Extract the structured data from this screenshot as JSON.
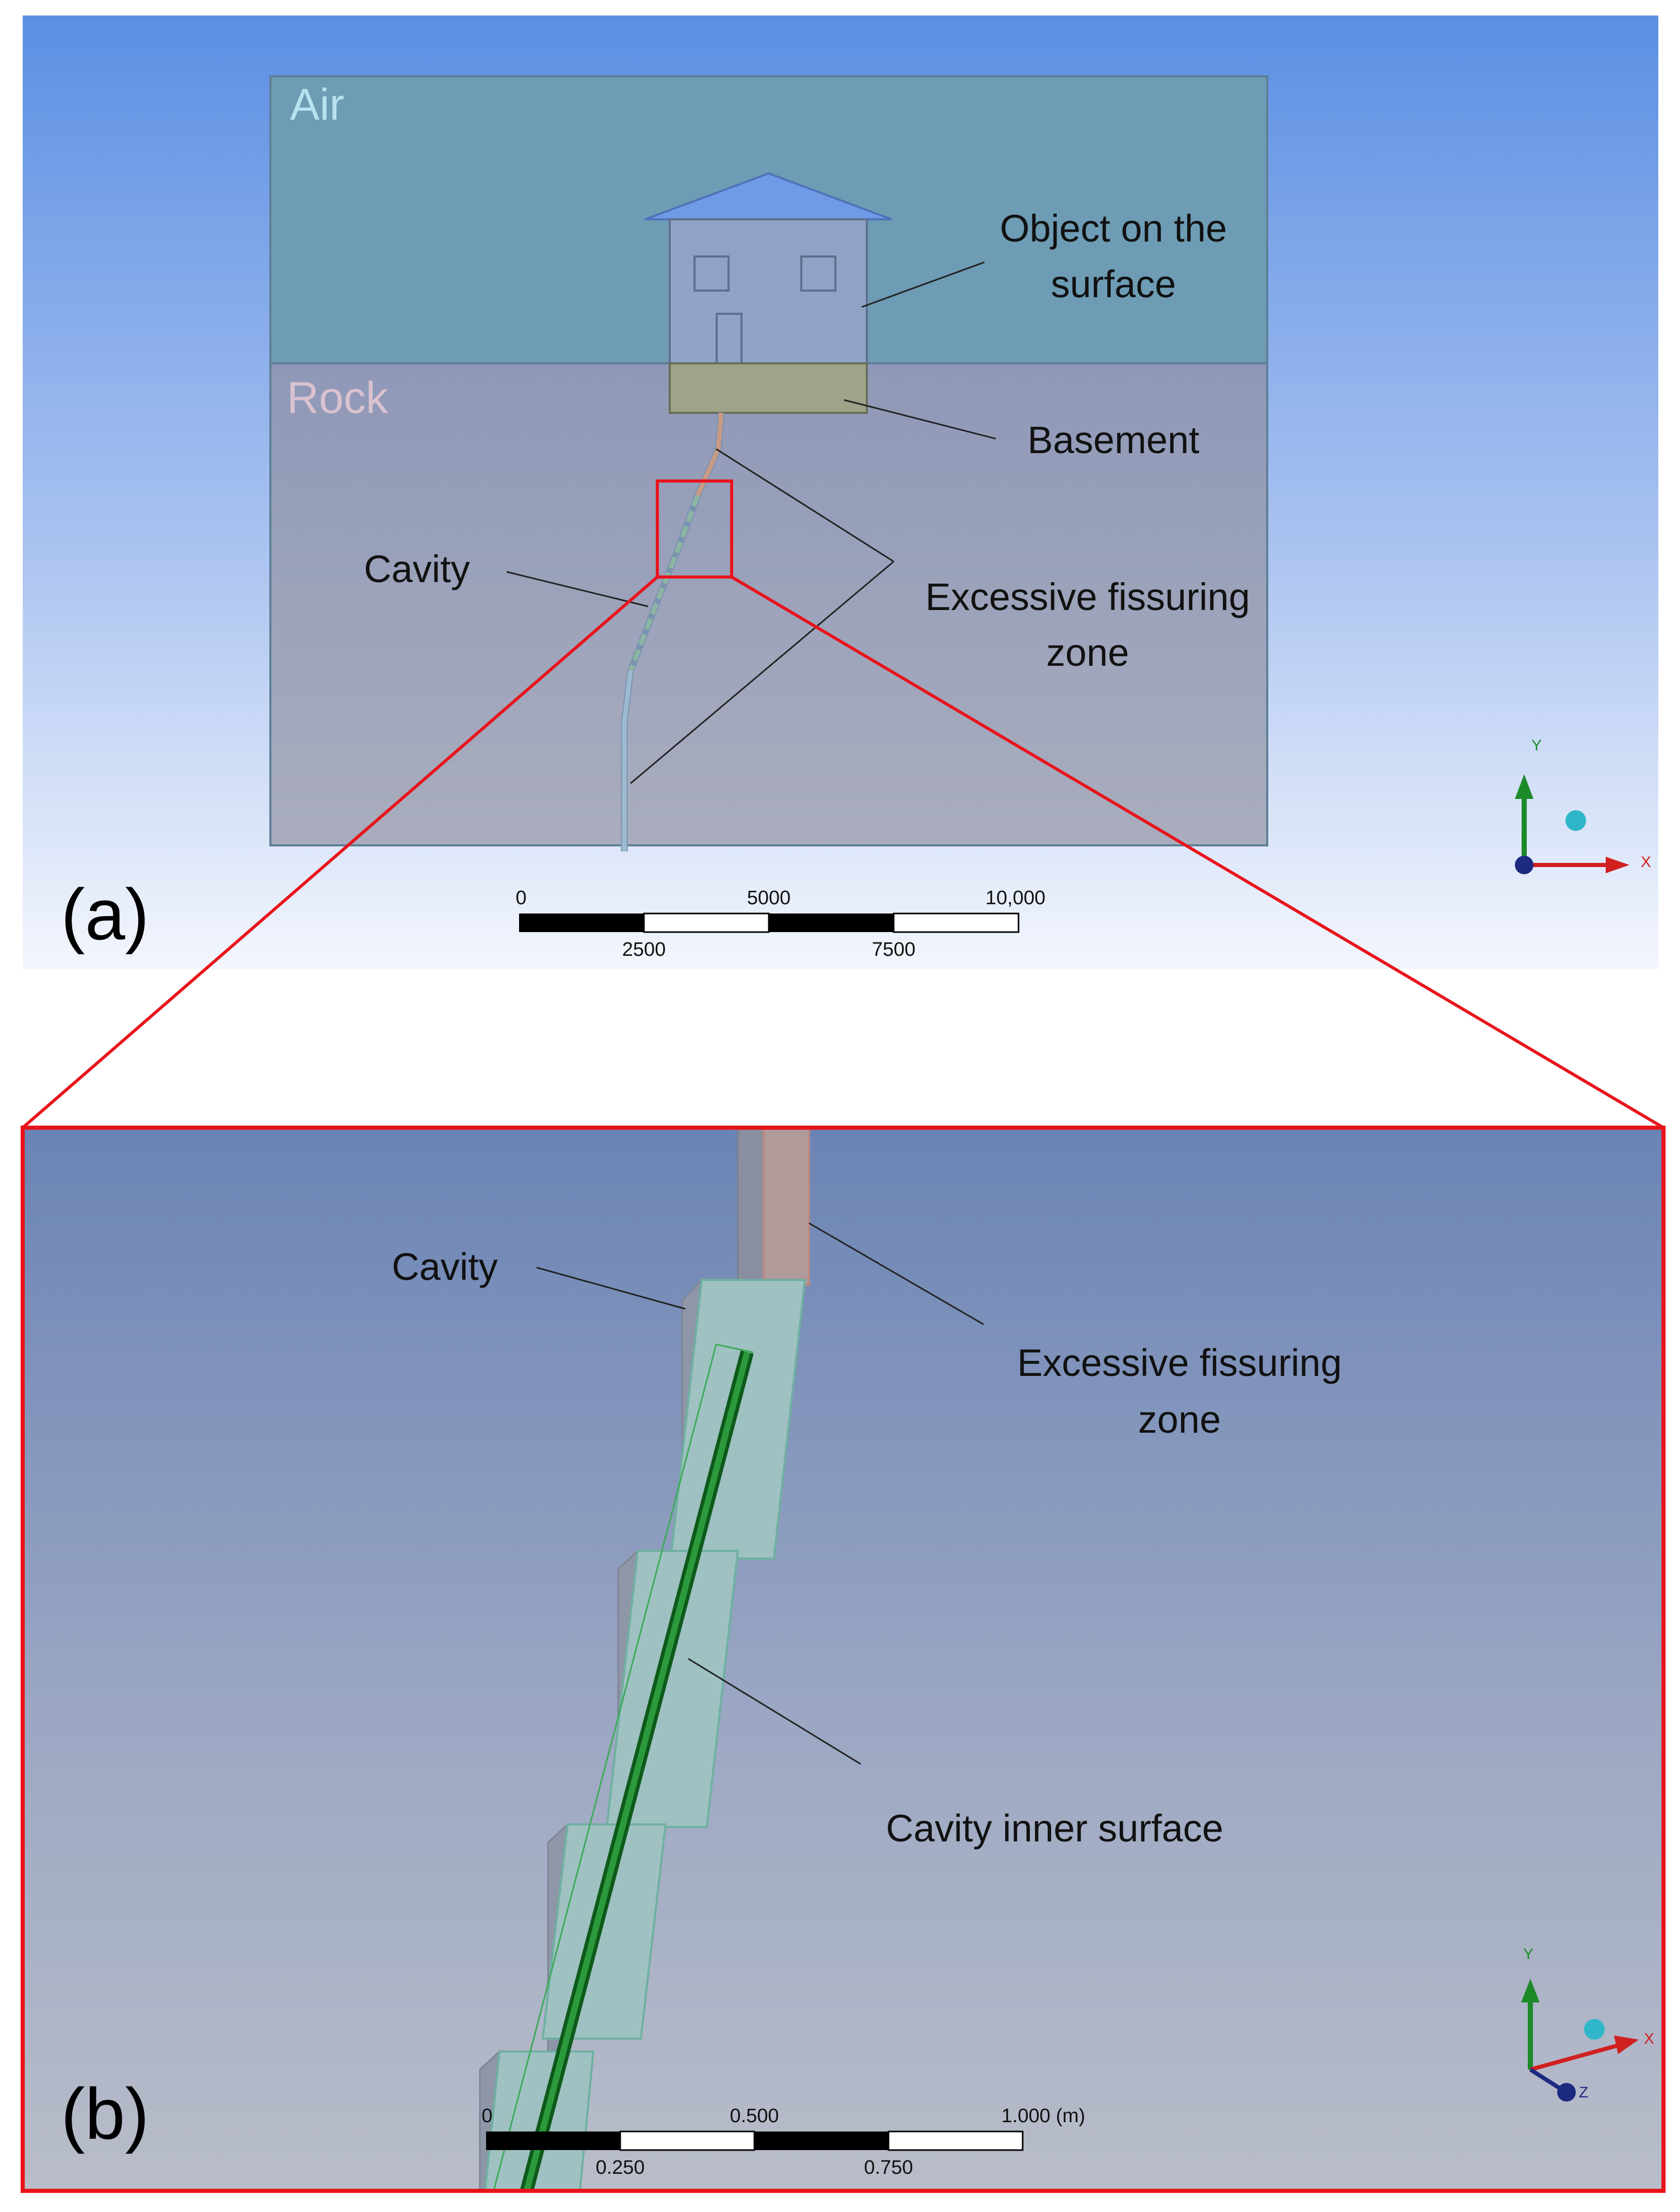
{
  "panel_a": {
    "tag": "(a)",
    "region_air": "Air",
    "region_rock": "Rock",
    "callouts": {
      "object_line1": "Object on the",
      "object_line2": "surface",
      "basement": "Basement",
      "cavity": "Cavity",
      "fissure_line1": "Excessive fissuring",
      "fissure_line2": "zone"
    },
    "scale": {
      "top_labels": [
        "0",
        "5000",
        "10,000"
      ],
      "bottom_labels": [
        "2500",
        "7500"
      ]
    },
    "triad": {
      "y": "Y",
      "x": "X"
    }
  },
  "panel_b": {
    "tag": "(b)",
    "callouts": {
      "cavity": "Cavity",
      "fissure_line1": "Excessive fissuring",
      "fissure_line2": "zone",
      "inner_surface": "Cavity inner surface"
    },
    "scale": {
      "top_labels": [
        "0",
        "0.500",
        "1.000 (m)"
      ],
      "bottom_labels": [
        "0.250",
        "0.750"
      ]
    },
    "triad": {
      "y": "Y",
      "x": "X",
      "z": "Z"
    }
  },
  "colors": {
    "highlight": "#e8141c",
    "air": "#6f9fb5",
    "rock": "#9aa4bb",
    "cavity_green": "#1e7a30",
    "fissure": "#c79a85"
  }
}
